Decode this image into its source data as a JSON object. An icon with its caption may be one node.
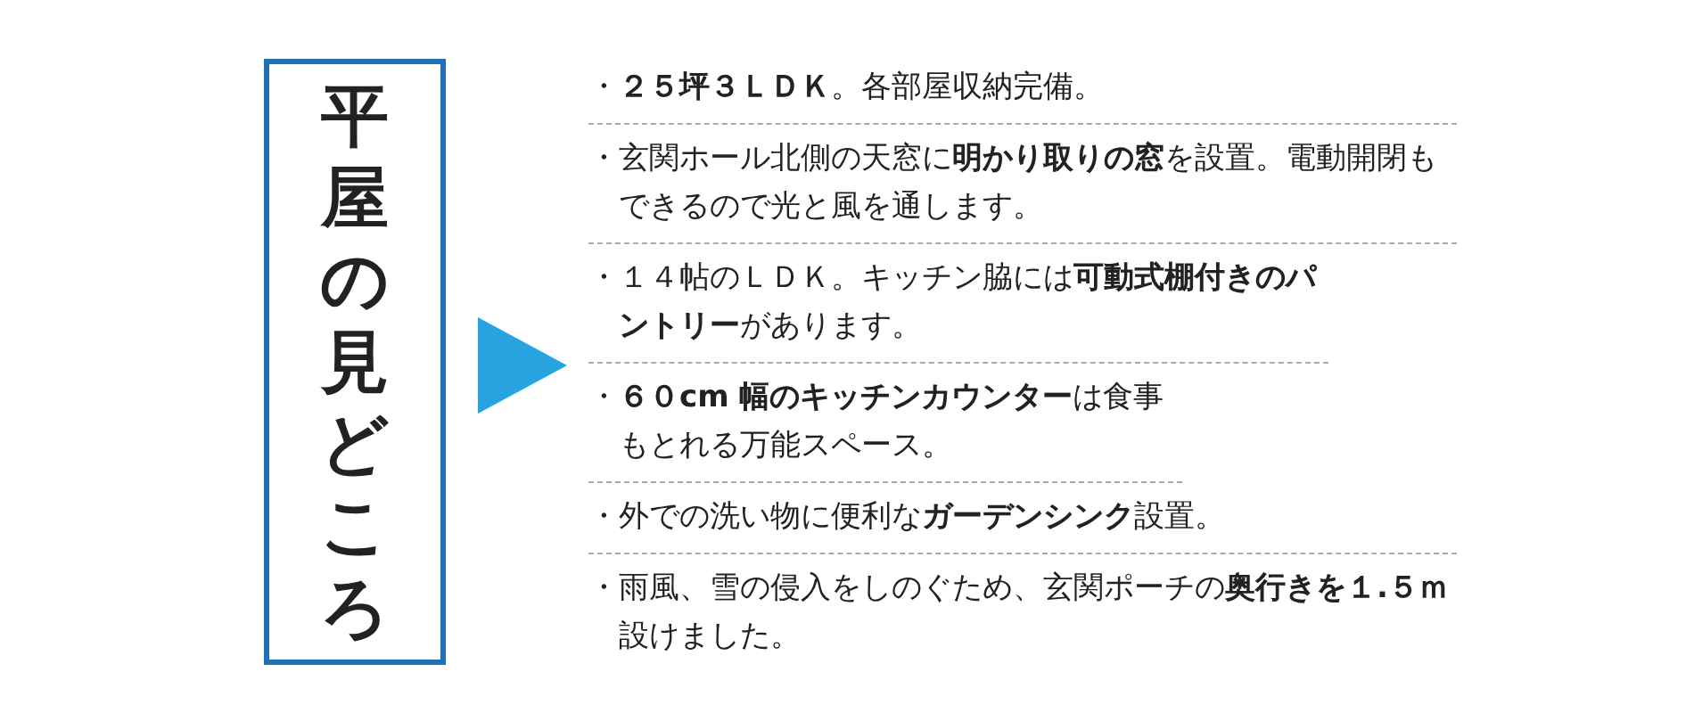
{
  "diagram": {
    "nodes": [
      {
        "text": [
          "平屋の見どころ"
        ]
      }
    ],
    "edges": [],
    "labels": [
      "・**２５坪３ＬＤＫ**。各部屋収納完備。",
      "・玄関ホール北側の天窓に**明かり取りの窓**を設置。電動開閉もできるので光と風を通します。",
      "・１４帖のＬＤＫ。キッチン脇には**可動式棚付きのパントリー**があります。",
      "・**６０cm 幅のキッチンカウンター**は食事もとれる万能スペース。",
      "・外での洗い物に便利な**ガーデンシンク**設置。",
      "・雨風、雪の侵入をしのぐため、玄関ポーチの**奥行きを１.５ｍ**設けました。"
    ]
  }
}
